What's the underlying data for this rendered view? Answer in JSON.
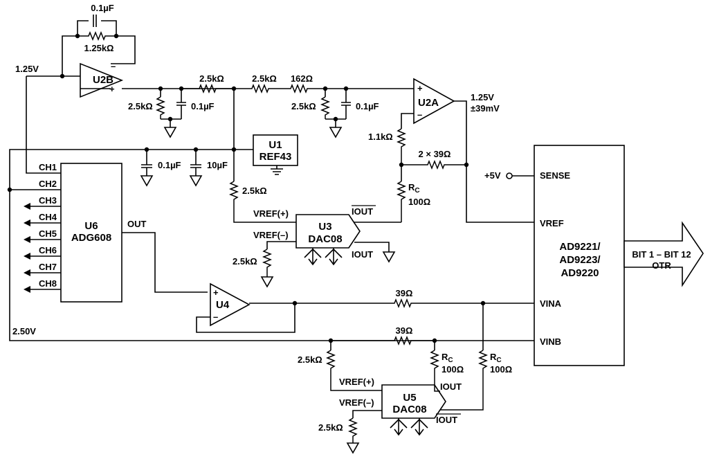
{
  "labels": {
    "cap_fb": "0.1µF",
    "res_fb": "1.25kΩ",
    "v_125": "1.25V",
    "u2b": "U2B",
    "r1": "2.5kΩ",
    "r2": "2.5kΩ",
    "r162": "162Ω",
    "r_sh1": "2.5kΩ",
    "c_sh1": "0.1µF",
    "r_sh2": "2.5kΩ",
    "c_sh2": "0.1µF",
    "u2a": "U2A",
    "out_v": "1.25V",
    "out_tol": "±39mV",
    "r11k": "1.1kΩ",
    "r2x39": "2 × 39Ω",
    "u1": "U1",
    "ref43": "REF43",
    "c_01": "0.1µF",
    "c_10": "10µF",
    "r_u3": "2.5kΩ",
    "vref_p1": "VREF(+)",
    "vref_m1": "VREF(–)",
    "u3": "U3",
    "dac08_a": "DAC08",
    "iout_bar1": "IOUT",
    "iout1": "IOUT",
    "r_u3m": "2.5kΩ",
    "rc1": "R",
    "rc1_sub": "C",
    "rc1_val": "100Ω",
    "ch": [
      "CH1",
      "CH2",
      "CH3",
      "CH4",
      "CH5",
      "CH6",
      "CH7",
      "CH8"
    ],
    "u6": "U6",
    "adg608": "ADG608",
    "out": "OUT",
    "u4": "U4",
    "r39a": "39Ω",
    "r39b": "39Ω",
    "v_250": "2.50V",
    "r_u5": "2.5kΩ",
    "vref_p2": "VREF(+)",
    "vref_m2": "VREF(–)",
    "r_u5m": "2.5kΩ",
    "u5": "U5",
    "dac08_b": "DAC08",
    "iout2": "IOUT",
    "iout_bar2": "IOUT",
    "rc2": "R",
    "rc2_sub": "C",
    "rc2_val": "100Ω",
    "rc3": "R",
    "rc3_sub": "C",
    "rc3_val": "100Ω",
    "plus5": "+5V",
    "sense": "SENSE",
    "vref": "VREF",
    "vina": "VINA",
    "vinb": "VINB",
    "adc1": "AD9221/",
    "adc2": "AD9223/",
    "adc3": "AD9220",
    "bus1": "BIT 1 – BIT 12",
    "bus2": "OTR",
    "plus": "+",
    "minus": "–"
  }
}
